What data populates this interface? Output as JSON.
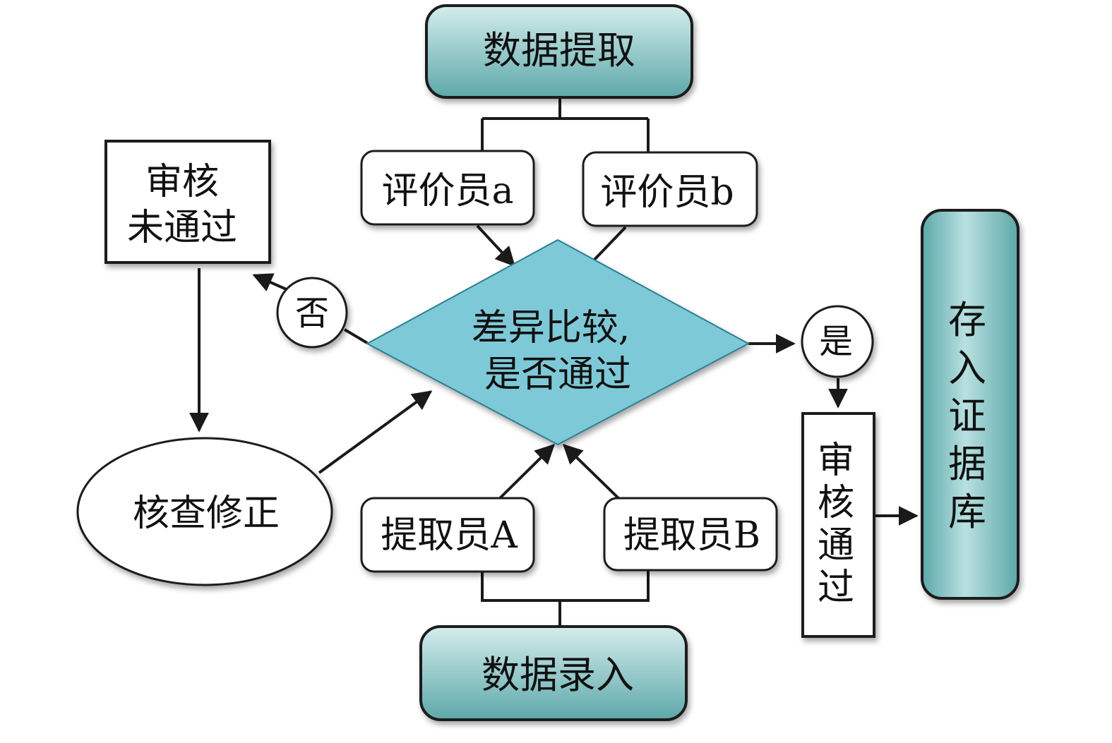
{
  "colors": {
    "teal_top": "#d4ecec",
    "teal_bottom": "#5da8aa",
    "diamond_fill": "#7ec9d8",
    "stroke": "#1a1a1a",
    "background": "#ffffff"
  },
  "nodes": {
    "data_extract": "数据提取",
    "evaluator_a": "评价员a",
    "evaluator_b": "评价员b",
    "review_failed_line1": "审核",
    "review_failed_line2": "未通过",
    "decision_line1": "差异比较,",
    "decision_line2": "是否通过",
    "no_label": "否",
    "yes_label": "是",
    "check_correct": "核查修正",
    "extractor_a": "提取员A",
    "extractor_b": "提取员B",
    "data_entry": "数据录入",
    "review_passed": [
      "审",
      "核",
      "通",
      "过"
    ],
    "evidence_db": [
      "存",
      "入",
      "证",
      "据",
      "库"
    ]
  }
}
